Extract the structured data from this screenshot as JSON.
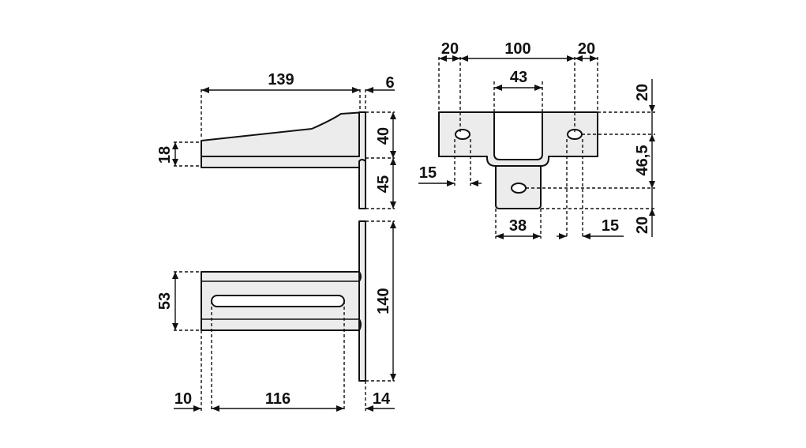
{
  "diagram": {
    "side_view": {
      "length": "139",
      "flange_offset": "6",
      "tip_height": "18",
      "upper_height": "40",
      "lower_height": "45"
    },
    "bottom_view": {
      "width": "53",
      "total_height": "140",
      "slot_offset": "10",
      "slot_length": "116",
      "flange_thickness": "14"
    },
    "front_view": {
      "left_ear": "20",
      "span": "100",
      "right_ear": "20",
      "channel_width": "43",
      "top_gap": "20",
      "hole_spacing": "46,5",
      "bottom_gap": "20",
      "left_hole_offset": "15",
      "tab_width": "38",
      "right_hole_offset": "15"
    }
  }
}
